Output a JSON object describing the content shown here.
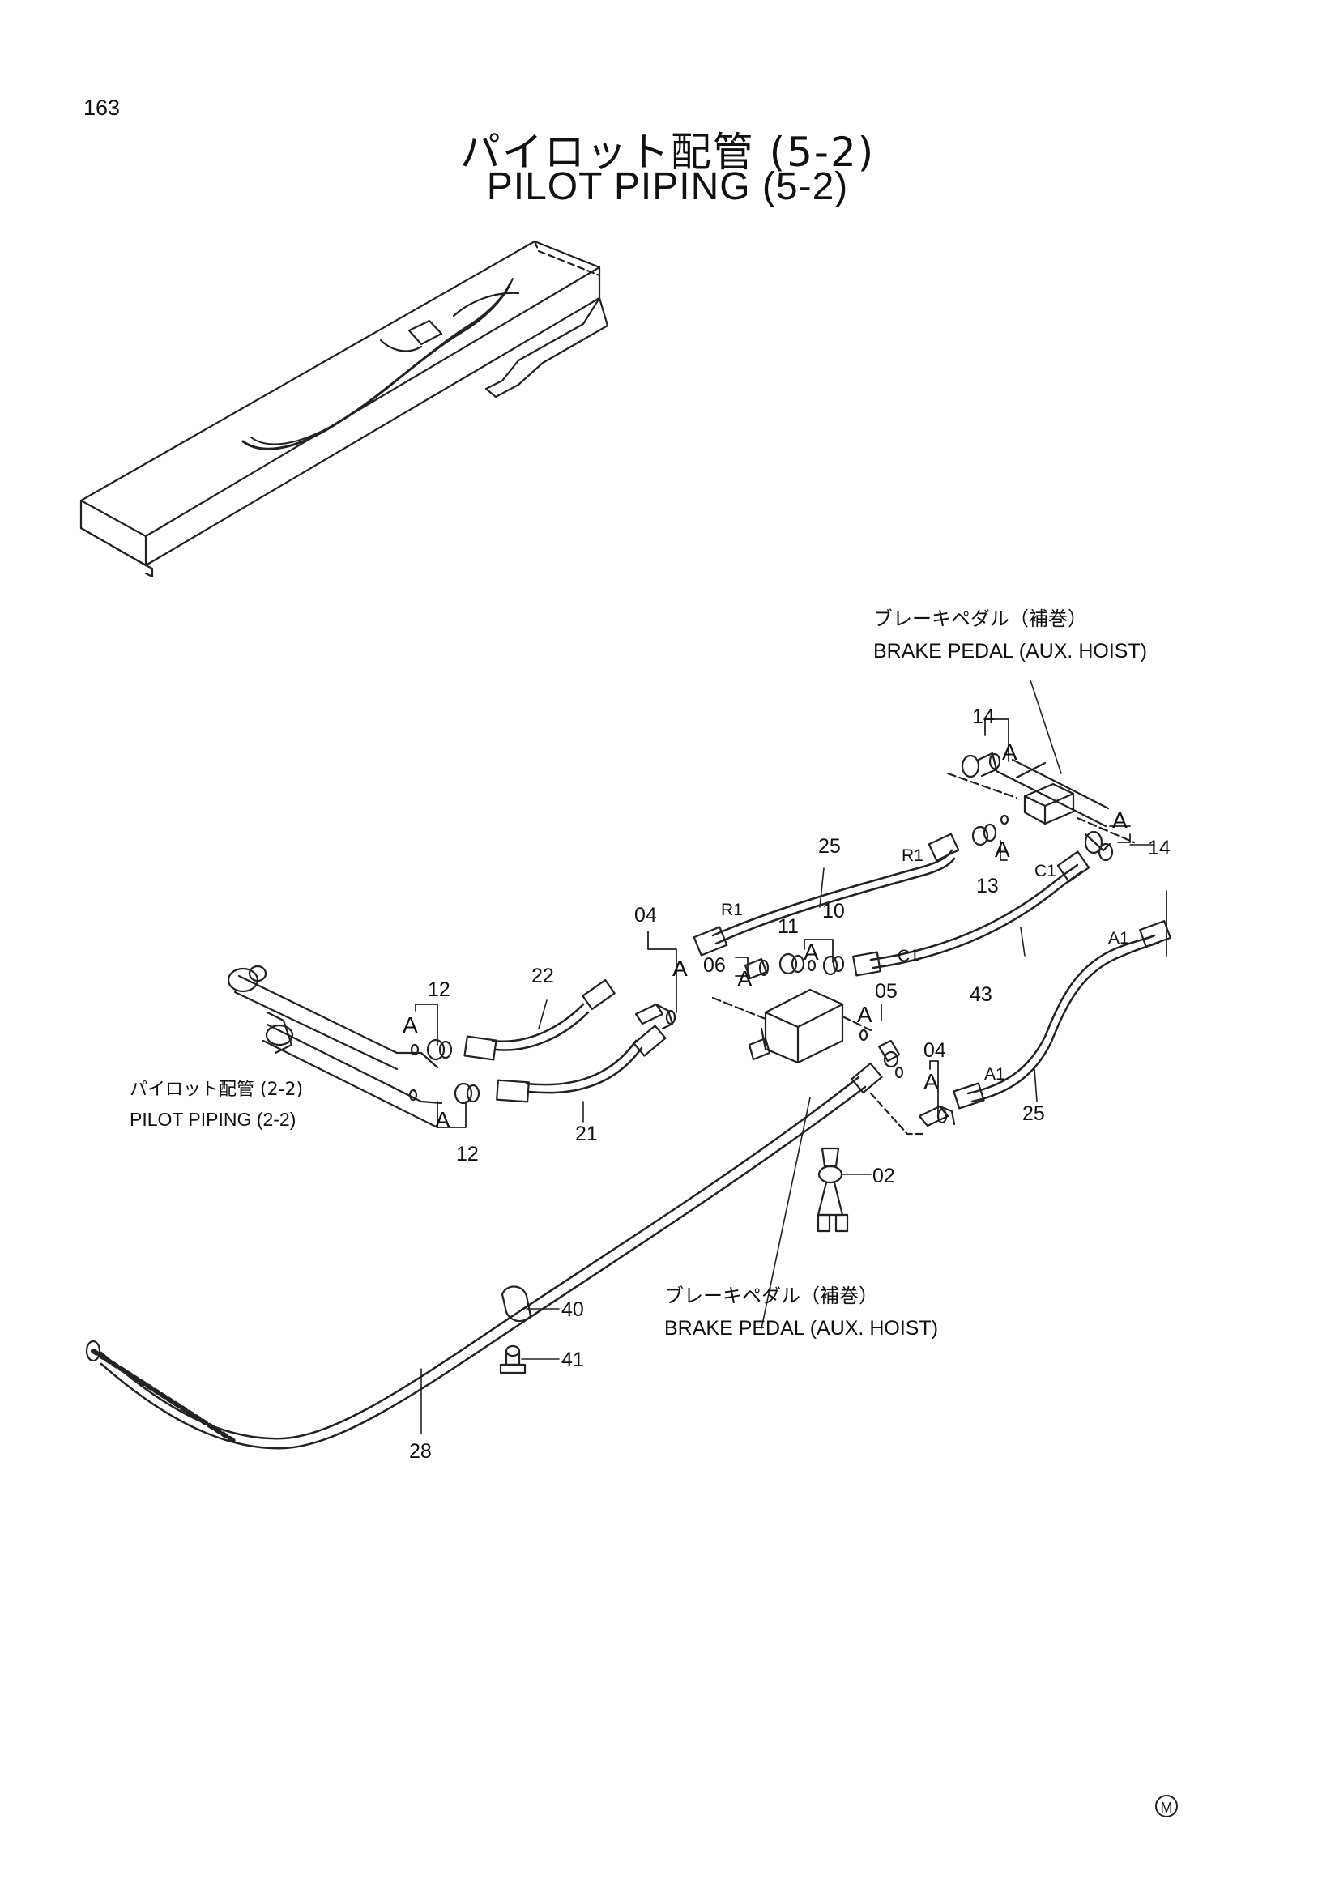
{
  "page": {
    "number": "163"
  },
  "title": {
    "japanese": "パイロット配管 (5-2)",
    "english": "PILOT PIPING (5-2)"
  },
  "callouts": {
    "brake_pedal_top": {
      "jp": "ブレーキペダル（補巻）",
      "en": "BRAKE PEDAL (AUX. HOIST)"
    },
    "brake_pedal_bottom": {
      "jp": "ブレーキペダル（補巻）",
      "en": "BRAKE PEDAL (AUX. HOIST)"
    },
    "pilot_piping_ref": {
      "jp": "パイロット配管 (2-2)",
      "en": "PILOT PIPING (2-2)"
    }
  },
  "part_numbers": [
    "14",
    "14",
    "13",
    "25",
    "04",
    "11",
    "10",
    "06",
    "05",
    "12",
    "22",
    "43",
    "04",
    "21",
    "12",
    "25",
    "02",
    "40",
    "41",
    "28"
  ],
  "port_labels": [
    "R1",
    "R1",
    "C1",
    "C1",
    "A1",
    "A1"
  ],
  "detail_marker": "A",
  "mark": "M"
}
